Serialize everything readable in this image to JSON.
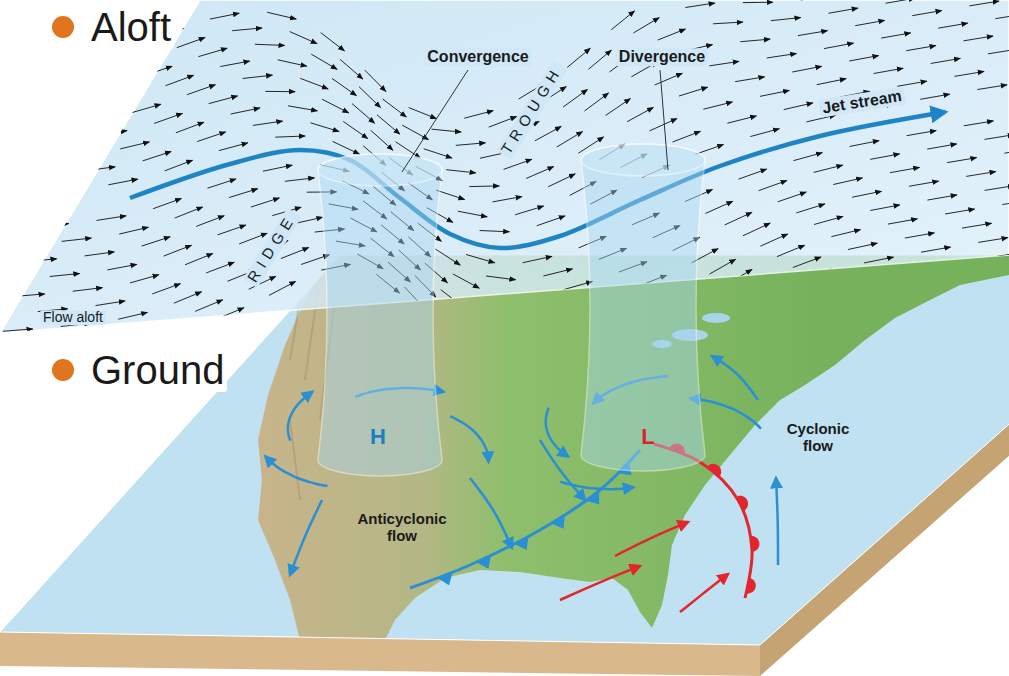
{
  "diagram": {
    "labels": [
      "Aloft",
      "Ground",
      "Convergence",
      "Divergence",
      "RIDGE",
      "TROUGH",
      "Jet stream",
      "Flow aloft",
      "H",
      "L",
      "Anticyclonic flow",
      "Cyclonic flow"
    ]
  }
}
